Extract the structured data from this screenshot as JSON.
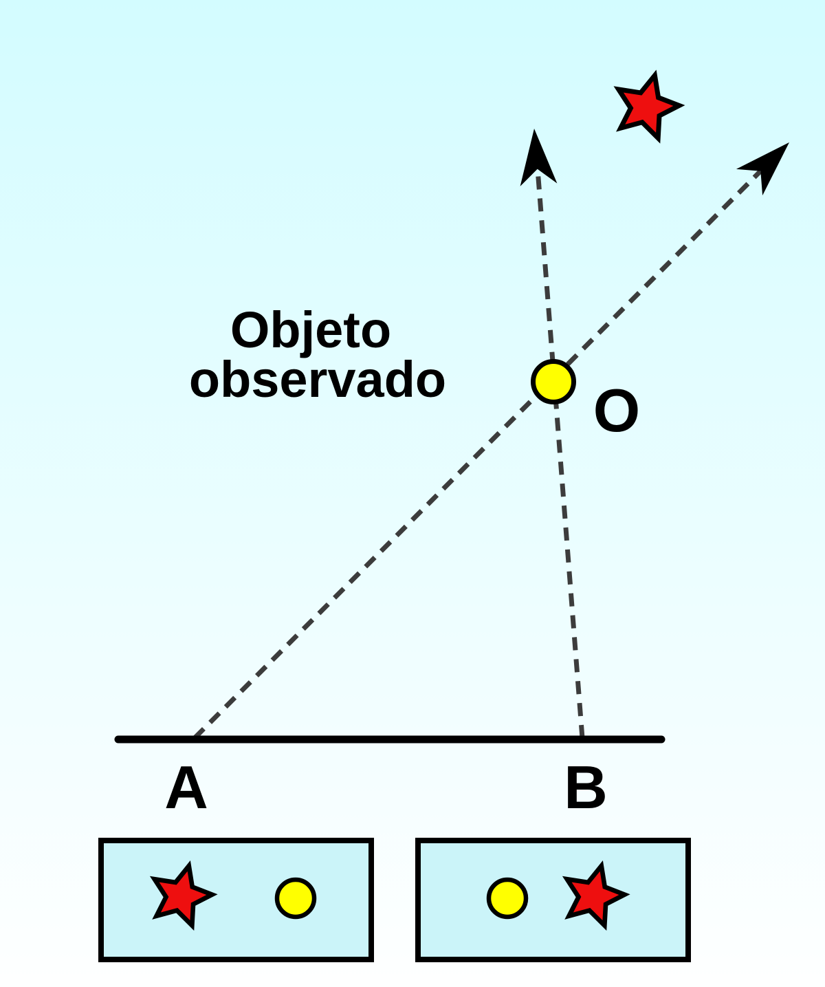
{
  "diagram": {
    "labels": {
      "object_line1": "Objeto",
      "object_line2": "observado",
      "observed_point": "O",
      "observer_a": "A",
      "observer_b": "B"
    },
    "colors": {
      "background_top": "#d3fcff",
      "background_bottom": "#feffff",
      "box_fill": "#cbf4f9",
      "star_fill": "#ee0f0f",
      "circle_fill": "#ffff00",
      "outline": "#000000",
      "dash": "#3c3c3c",
      "arrow": "#000000"
    },
    "icons": {
      "background_star": "star-icon",
      "observed_object": "circle-icon"
    }
  }
}
